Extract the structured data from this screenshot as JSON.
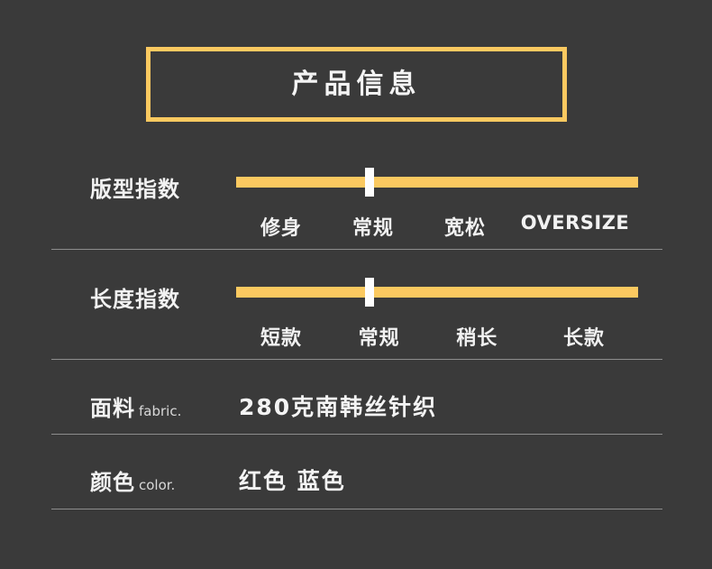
{
  "title": {
    "text": "产品信息"
  },
  "colors": {
    "background": "#3a3a3a",
    "accent": "#fbc960",
    "text": "#f2f2f2",
    "divider": "#8d8d8d",
    "marker": "#fdfdfd"
  },
  "rows": [
    {
      "label": "版型指数",
      "sub": "",
      "type": "slider",
      "marker_index": 1,
      "scale": [
        "修身",
        "常规",
        "宽松",
        "OVERSIZE"
      ]
    },
    {
      "label": "长度指数",
      "sub": "",
      "type": "slider",
      "marker_index": 1,
      "scale": [
        "短款",
        "常规",
        "稍长",
        "长款"
      ]
    },
    {
      "label": "面料",
      "sub": "fabric.",
      "type": "value",
      "value": "280克南韩丝针织"
    },
    {
      "label": "颜色",
      "sub": "color.",
      "type": "value",
      "value": "红色  蓝色"
    }
  ]
}
